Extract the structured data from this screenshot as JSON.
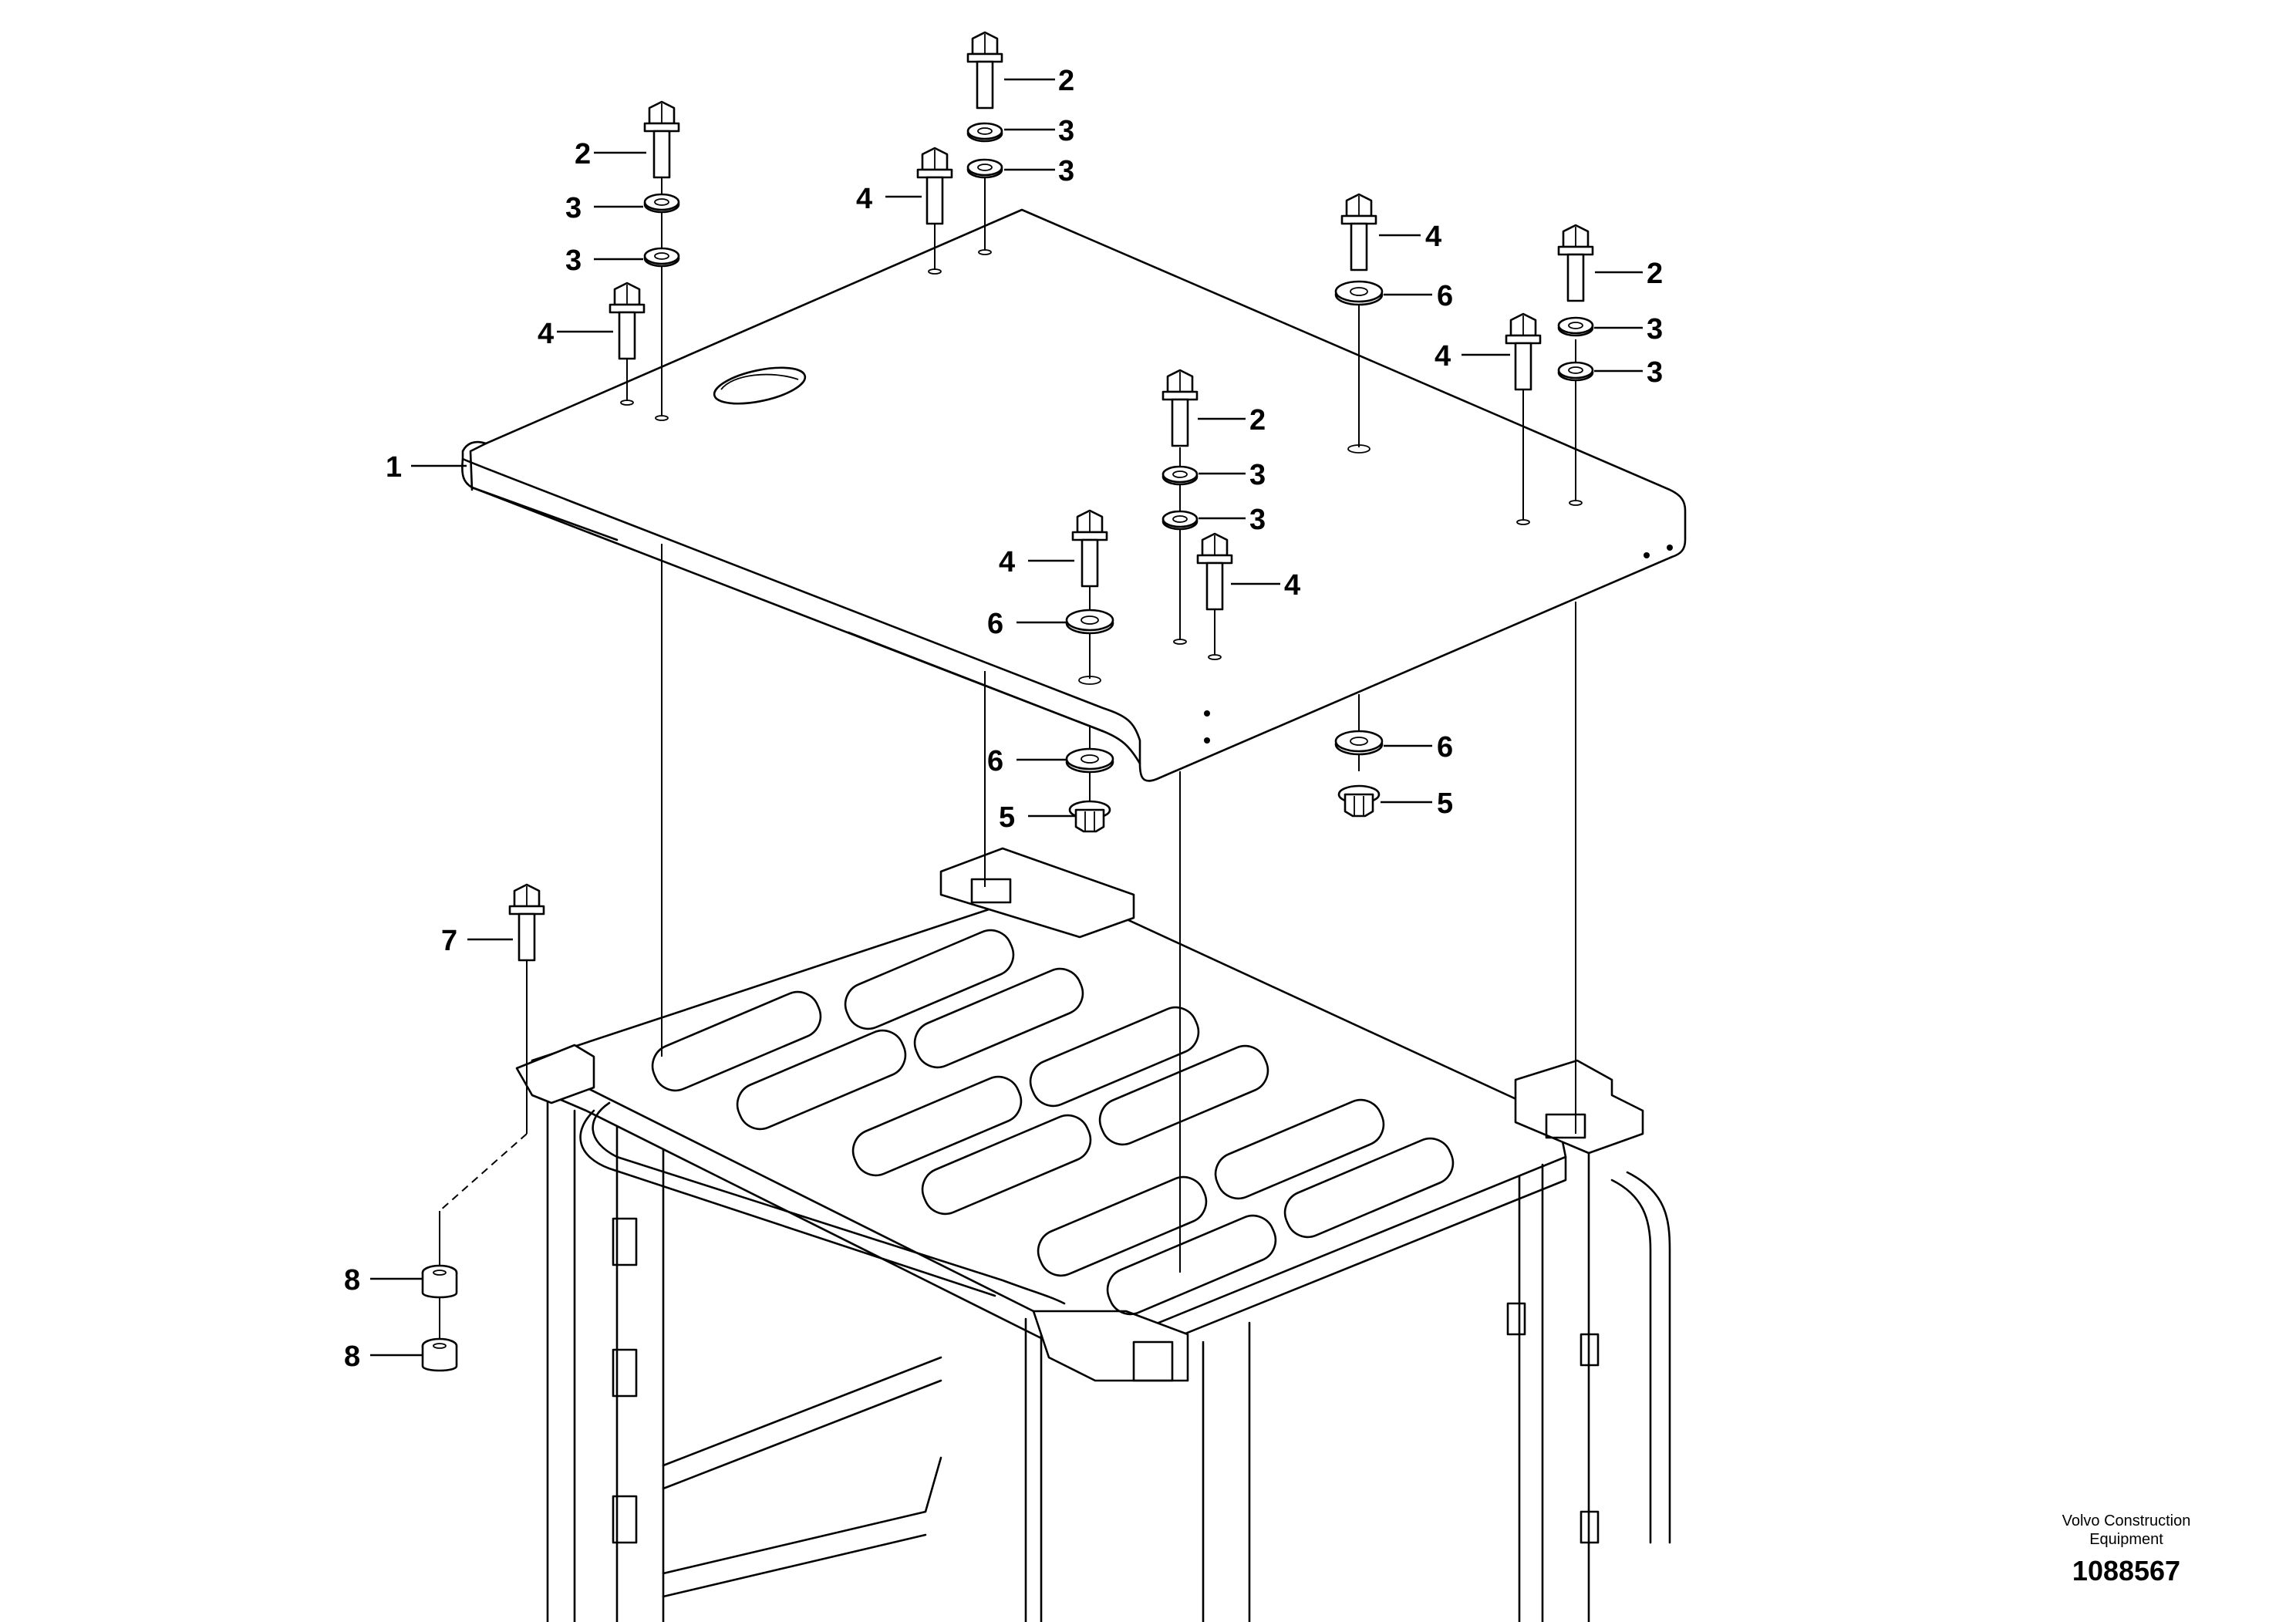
{
  "brand_line1": "Volvo Construction",
  "brand_line2": "Equipment",
  "doc_number": "1088567",
  "callouts": {
    "c1": "1",
    "c2": "2",
    "c3": "3",
    "c4": "4",
    "c5": "5",
    "c6": "6",
    "c7": "7",
    "c8": "8"
  },
  "icons": {
    "bolt": "flange-bolt-icon",
    "washer": "washer-icon",
    "nut": "flange-nut-icon",
    "spacer": "spacer-bushing-icon"
  }
}
